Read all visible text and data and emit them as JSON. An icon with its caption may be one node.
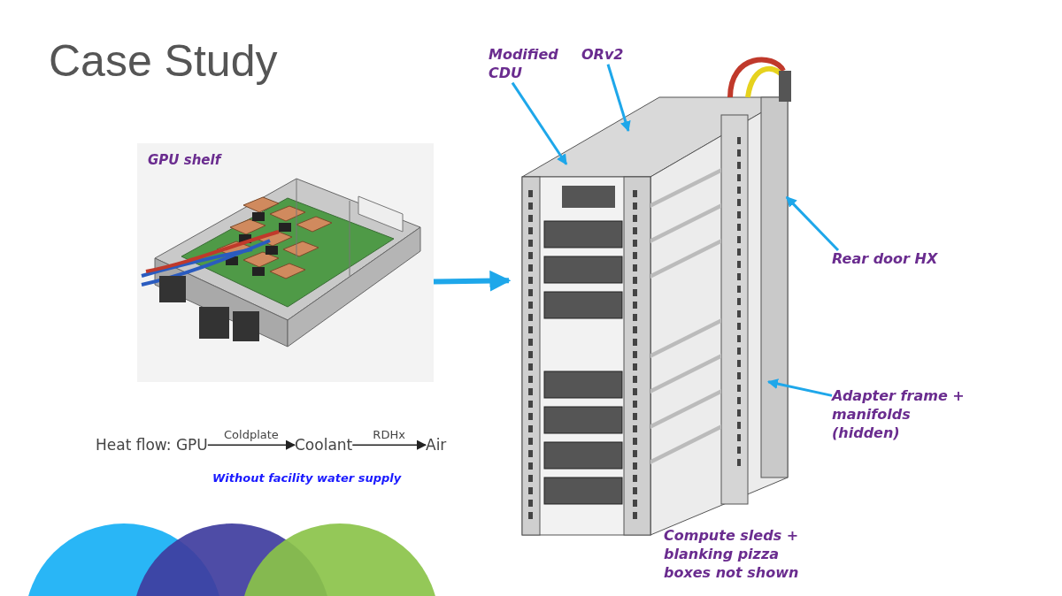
{
  "diagram": {
    "title": "Case Study",
    "nodes": [
      {
        "text": [
          "GPU shelf"
        ]
      },
      {
        "text": [],
        "shape": "picture"
      },
      {
        "text": [
          "Modified CDU"
        ]
      },
      {
        "text": [
          "ORv2"
        ]
      },
      {
        "text": [
          "Rear door HX"
        ]
      },
      {
        "text": [
          "Adapter frame + manifolds (hidden)"
        ]
      },
      {
        "text": [
          "Heat flow: GPU"
        ]
      },
      {
        "text": [
          "Coolant"
        ]
      },
      {
        "text": [
          "Air"
        ]
      }
    ],
    "edges": [
      {
        "from": 0,
        "to": 1,
        "arrow": "to",
        "style": "thick"
      },
      {
        "from": 2,
        "to": 1,
        "arrow": "to"
      },
      {
        "from": 3,
        "to": 1,
        "arrow": "to"
      },
      {
        "from": 4,
        "to": 1,
        "arrow": "to"
      },
      {
        "from": 5,
        "to": 1,
        "arrow": "to"
      },
      {
        "from": 6,
        "to": 7,
        "arrow": "to",
        "label": "Coldplate",
        "color": "#222222"
      },
      {
        "from": 7,
        "to": 8,
        "arrow": "to",
        "label": "RDHx",
        "color": "#222222"
      }
    ],
    "labels": [
      "Without facility water supply",
      "Compute sleds + blanking pizza boxes not shown"
    ]
  }
}
